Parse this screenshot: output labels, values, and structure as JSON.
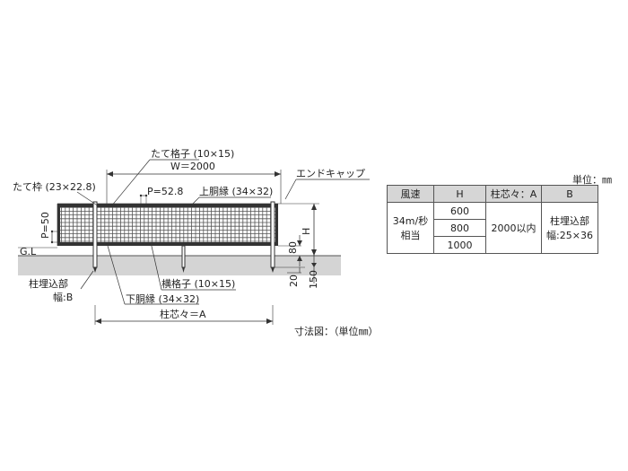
{
  "labels": {
    "vertical_lattice": "たて格子 (10×15)",
    "vertical_frame": "たて枠 (23×22.8)",
    "width": "W＝2000",
    "end_cap": "エンドキャップ",
    "pitch_top": "P=52.8",
    "upper_rail": "上胴縁 (34×32)",
    "pitch_side": "P=50",
    "height": "H",
    "gl": "G.L",
    "clearance": "80",
    "depth_20": "20",
    "depth_150": "150",
    "post_embed": "柱埋込部",
    "post_embed_width": "幅:B",
    "horizontal_lattice": "横格子 (10×15)",
    "lower_rail": "下胴縁 (34×32)",
    "post_center": "柱芯々＝A",
    "caption": "寸法図：（単位㎜）"
  },
  "table": {
    "unit": "単位：㎜",
    "headers": [
      "風速",
      "H",
      "柱芯々：A",
      "B"
    ],
    "wind": [
      "34m/秒",
      "相当"
    ],
    "heights": [
      "600",
      "800",
      "1000"
    ],
    "post_center": "2000以内",
    "embed": [
      "柱埋込部",
      "幅:25×36"
    ]
  }
}
